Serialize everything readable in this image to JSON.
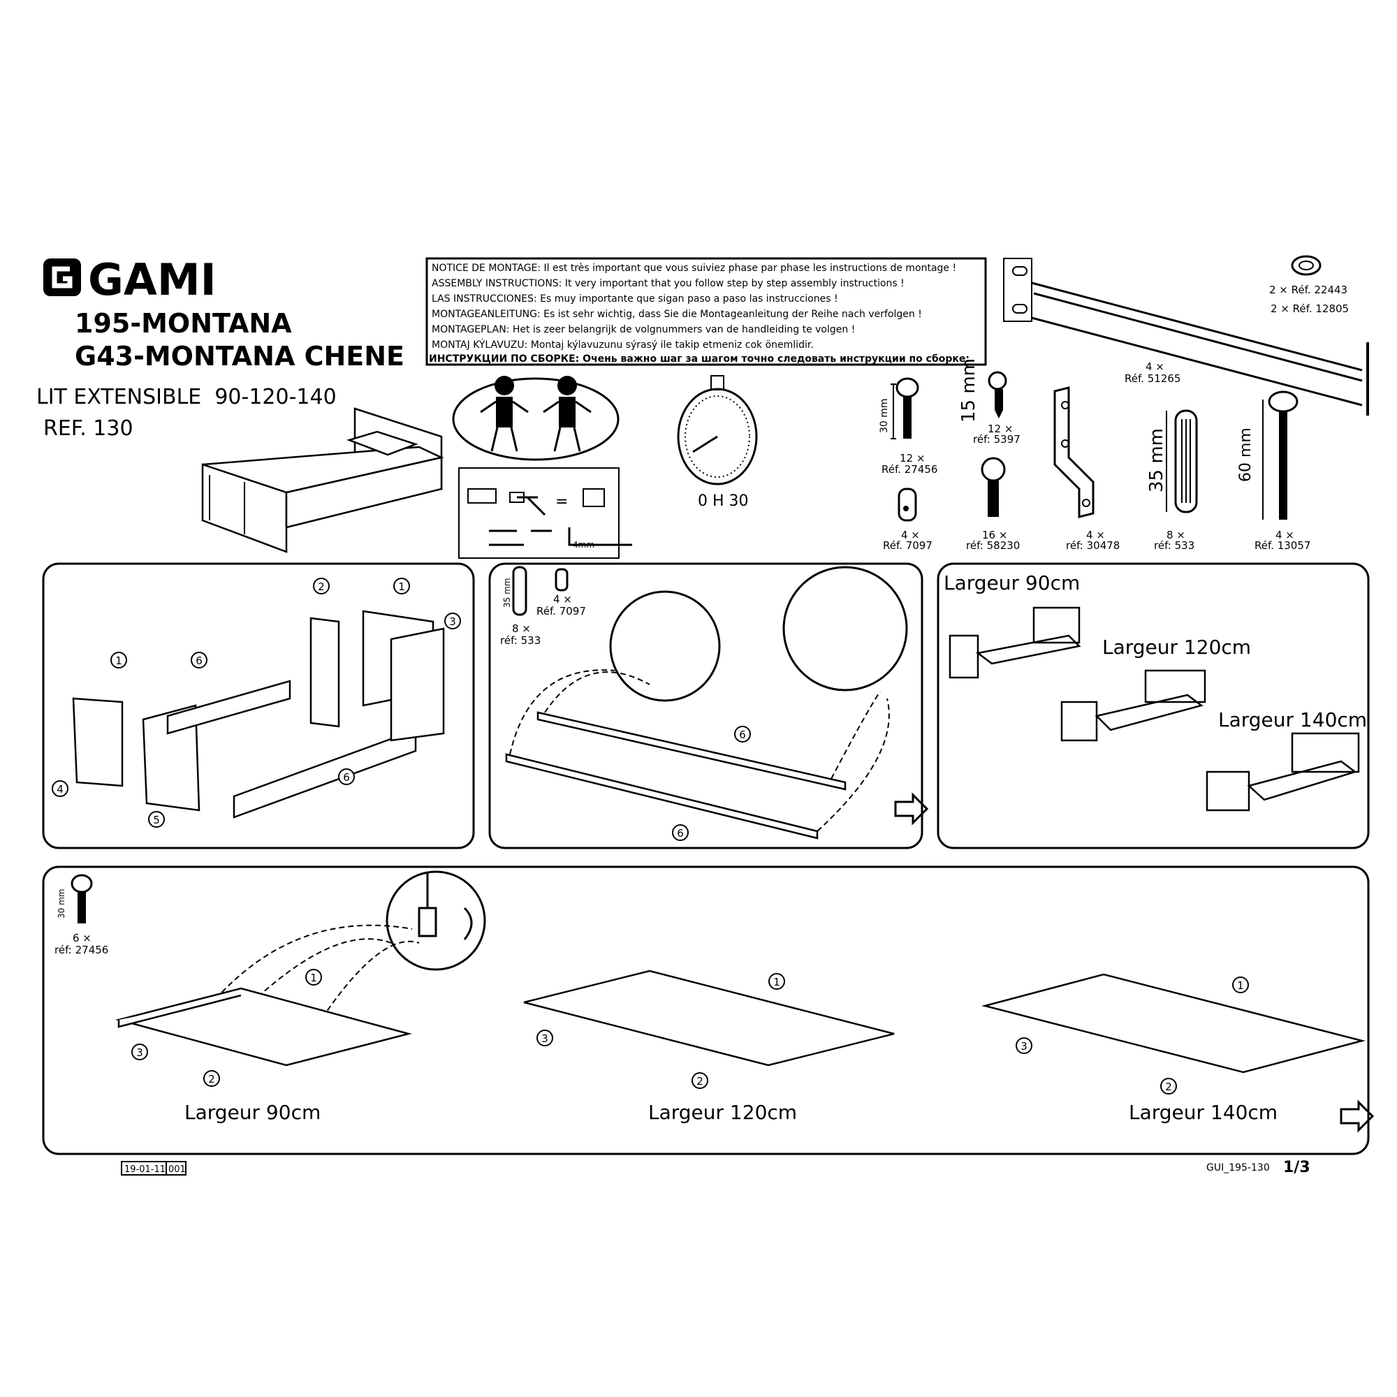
{
  "brand": {
    "logo_text": "GAMI"
  },
  "header": {
    "model_1": "195-MONTANA",
    "model_2": "G43-MONTANA CHENE",
    "product": "LIT EXTENSIBLE  90-120-140",
    "ref": "REF. 130"
  },
  "notice": [
    "NOTICE DE MONTAGE: Il est très important que vous suiviez phase par phase les instructions de montage !",
    "ASSEMBLY INSTRUCTIONS: It very important that you follow step by step assembly instructions !",
    "LAS INSTRUCCIONES: Es muy importante que sigan paso a paso las instrucciones !",
    "MONTAGEANLEITUNG: Es ist sehr wichtig, dass Sie die Montageanleitung der Reihe nach verfolgen !",
    "MONTAGEPLAN: Het is zeer belangrijk de volgnummers van de handleiding te volgen !",
    "MONTAJ KÝLAVUZU: Montaj kýlavuzunu sýrasý ile takip etmeniz cok önemlidir.",
    "ИНСТРУКЦИИ ПО СБОРКЕ: Очень важно шаг за шагом точно следовать инструкции по сборке:"
  ],
  "time": "0 H 30",
  "tools": {
    "allen_key": "4mm"
  },
  "hardware": {
    "washer": {
      "qty1": "2 × Réf. 22443",
      "qty2": "2 × Réf. 12805"
    },
    "rail": {
      "qty": "4 ×",
      "ref": "Réf. 51265"
    },
    "bolt30": {
      "size": "30 mm",
      "qty": "12 ×",
      "ref": "Réf. 27456"
    },
    "screw15": {
      "size": "15 mm",
      "qty": "12 ×",
      "ref": "réf: 5397"
    },
    "barrel": {
      "qty": "4 ×",
      "ref": "Réf. 7097"
    },
    "screw": {
      "qty": "16 ×",
      "ref": "réf: 58230"
    },
    "bracket": {
      "qty": "4 ×",
      "ref": "réf: 30478"
    },
    "dowel": {
      "size": "35 mm",
      "qty": "8 ×",
      "ref": "réf: 533"
    },
    "bolt60": {
      "size": "60 mm",
      "qty": "4 ×",
      "ref": "Réf. 13057"
    }
  },
  "step1": {
    "callouts": [
      "2",
      "1",
      "3",
      "1",
      "6",
      "4",
      "5",
      "6"
    ]
  },
  "step2": {
    "dowel": {
      "size": "35 mm",
      "qty": "8 ×",
      "ref": "réf: 533"
    },
    "barrel": {
      "qty": "4 ×",
      "ref": "Réf. 7097"
    },
    "callouts": [
      "6",
      "6"
    ]
  },
  "step3": {
    "labels": [
      "Largeur 90cm",
      "Largeur 120cm",
      "Largeur 140cm"
    ]
  },
  "step4": {
    "bolt": {
      "size": "30 mm",
      "qty": "6 ×",
      "ref": "réf: 27456"
    },
    "callouts": [
      "1",
      "3",
      "2",
      "1",
      "3",
      "2",
      "1",
      "3",
      "2"
    ],
    "labels": [
      "Largeur 90cm",
      "Largeur 120cm",
      "Largeur 140cm"
    ]
  },
  "footer": {
    "date": "19-01-11",
    "rev": "001",
    "doc": "GUI_195-130",
    "page": "1/3"
  }
}
